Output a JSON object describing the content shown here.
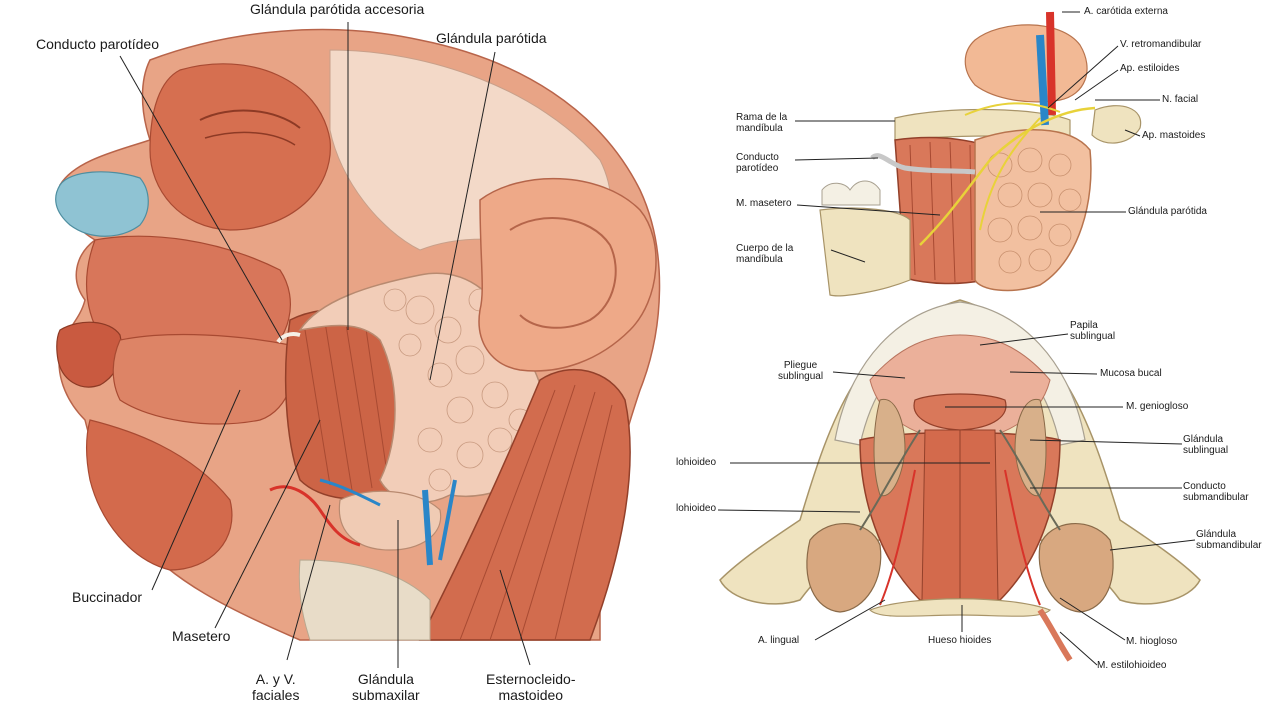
{
  "left_figure": {
    "labels": {
      "parotid_duct": "Conducto parotídeo",
      "accessory_parotid": "Glándula parótida accesoria",
      "parotid_gland": "Glándula parótida",
      "buccinator": "Buccinador",
      "masseter": "Masetero",
      "facial_vessels": "A. y V.\nfaciales",
      "submaxillary_gland": "Glándula\nsubmaxilar",
      "sternocleidomastoid": "Esternocleido-\nmastoideo"
    }
  },
  "top_right_figure": {
    "labels": {
      "external_carotid": "A. carótida externa",
      "retromandibular_vein": "V. retromandibular",
      "styloid_process": "Ap. estiloides",
      "facial_nerve": "N. facial",
      "mastoid_process": "Ap. mastoides",
      "mandible_ramus": "Rama de la\nmandíbula",
      "parotid_duct": "Conducto\nparotídeo",
      "masseter_muscle": "M. masetero",
      "parotid_gland": "Glándula parótida",
      "mandible_body": "Cuerpo de la\nmandíbula"
    }
  },
  "bottom_right_figure": {
    "labels": {
      "sublingual_papilla": "Papila\nsublingual",
      "sublingual_fold": "Pliegue\nsublingual",
      "oral_mucosa": "Mucosa bucal",
      "genioglossus": "M. geniogloso",
      "sublingual_gland": "Glándula\nsublingual",
      "mylohyoid_1": "lohioideo",
      "submandibular_duct": "Conducto\nsubmandibular",
      "mylohyoid_2": "lohioideo",
      "submandibular_gland": "Glándula\nsubmandibular",
      "lingual_artery": "A. lingual",
      "hyoid_bone": "Hueso hioides",
      "hyoglossus": "M. hiogloso",
      "stylohyoid": "M. estilohioideo"
    }
  },
  "colors": {
    "muscle": "#d9785a",
    "muscle_dark": "#b55238",
    "gland": "#f0cbb4",
    "bone": "#efe3bf",
    "artery": "#d8332a",
    "vein": "#2a86c8",
    "nerve": "#e8d23a",
    "leader_line": "#222222"
  }
}
